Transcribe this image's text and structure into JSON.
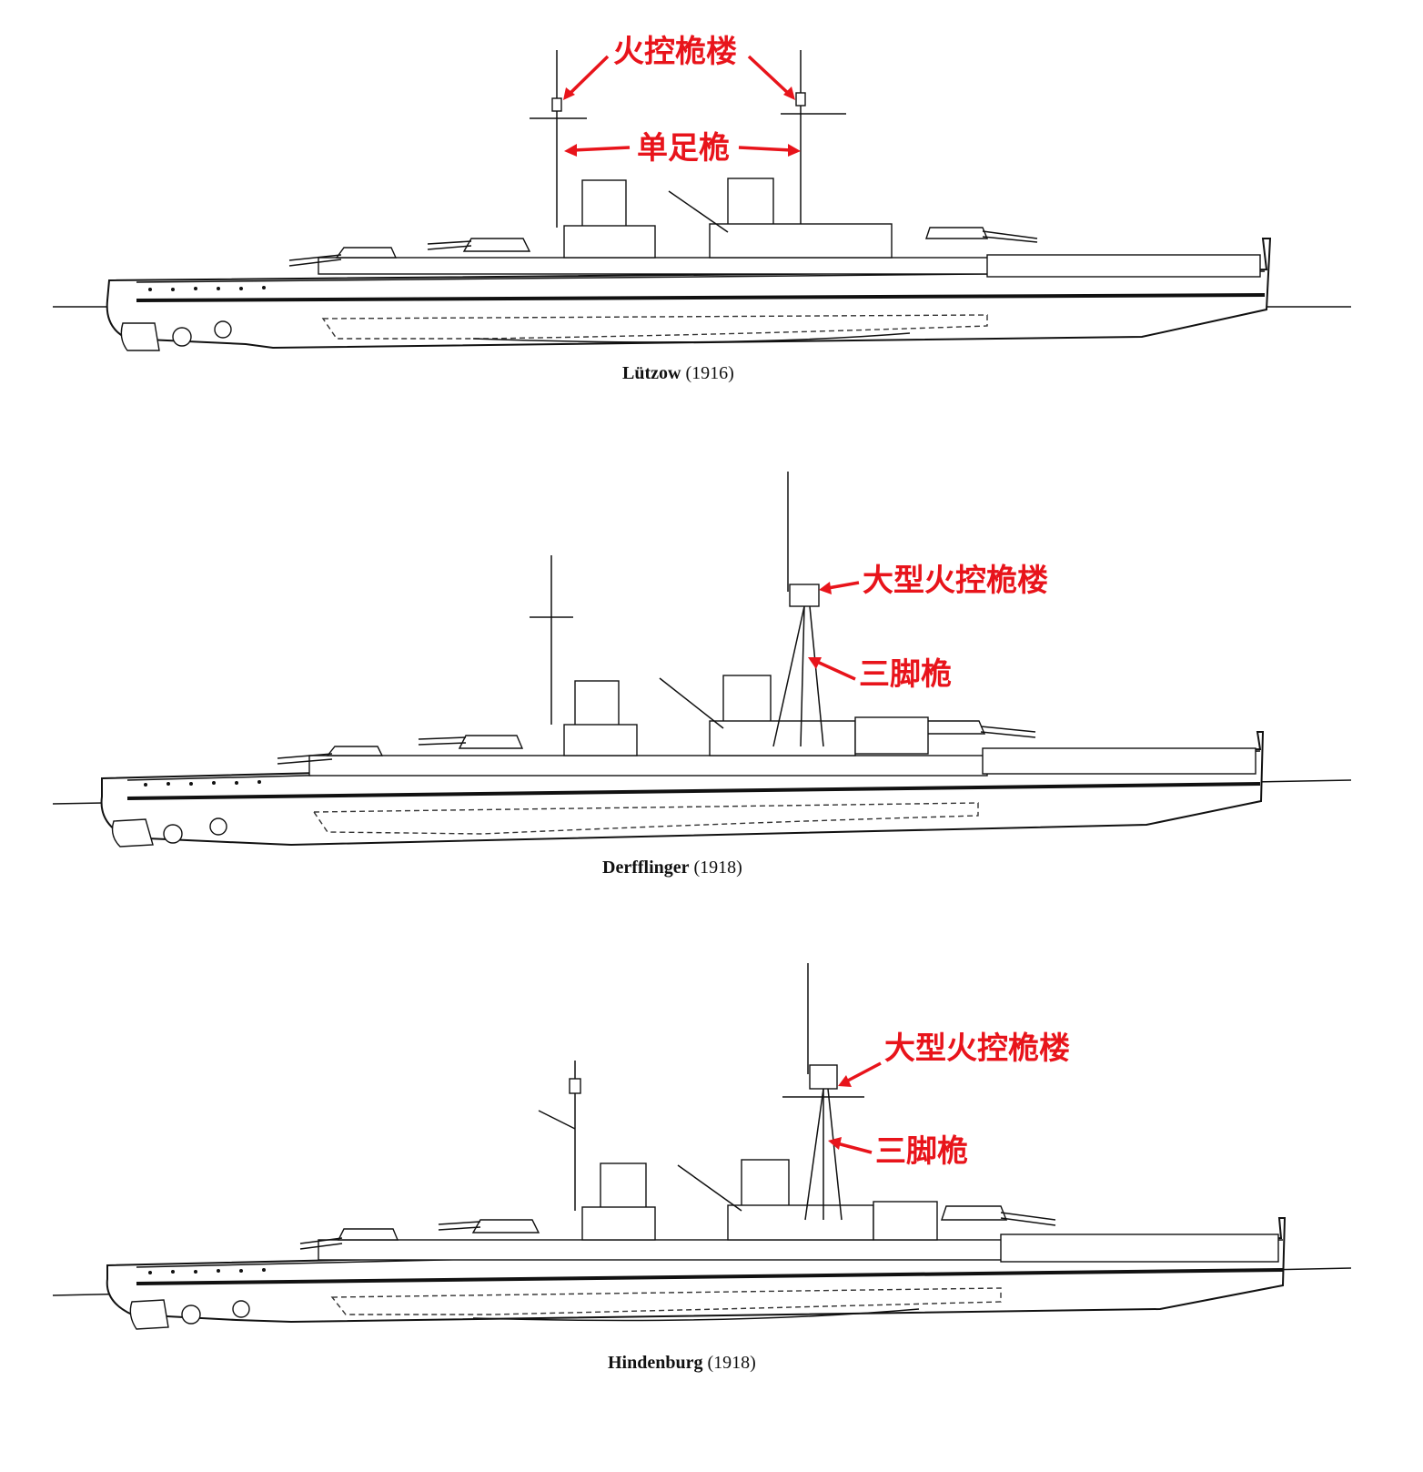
{
  "ships": [
    {
      "name": "Lützow",
      "year": "(1916)",
      "annotations": [
        "火控桅楼",
        "单足桅"
      ]
    },
    {
      "name": "Derfflinger",
      "year": "(1918)",
      "annotations": [
        "大型火控桅楼",
        "三脚桅"
      ]
    },
    {
      "name": "Hindenburg",
      "year": "(1918)",
      "annotations": [
        "大型火控桅楼",
        "三脚桅"
      ]
    }
  ],
  "colors": {
    "annotation": "#e8141b",
    "drawing": "#111111",
    "background": "#ffffff"
  }
}
